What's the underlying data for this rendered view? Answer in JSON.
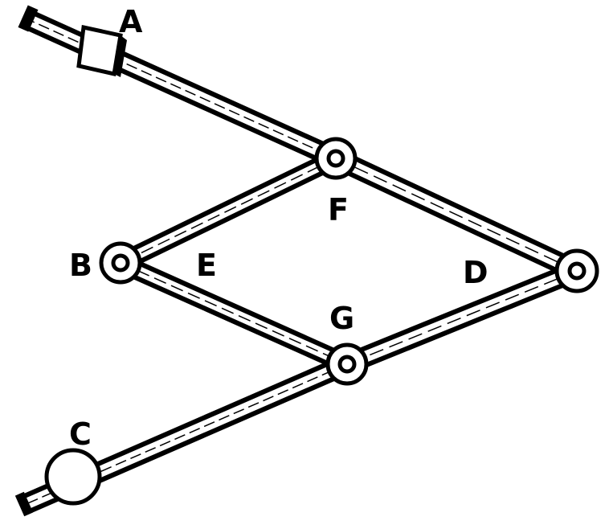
{
  "diagram": {
    "type": "pantograph linkage",
    "colors": {
      "ink": "#000000",
      "paper": "#ffffff"
    },
    "labels": {
      "A": "A",
      "B": "B",
      "C": "C",
      "D": "D",
      "E": "E",
      "F": "F",
      "G": "G"
    }
  }
}
